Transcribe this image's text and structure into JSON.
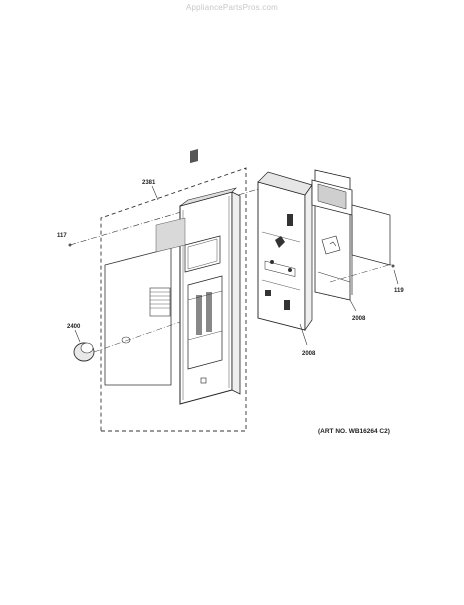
{
  "watermark": "AppliancePartsPros.com",
  "callouts": {
    "p2381": "2381",
    "p117": "117",
    "p2400": "2400",
    "p2008a": "2008",
    "p2008b": "2008",
    "p119": "119"
  },
  "art_number": "(ART NO. WB16264 C2)"
}
